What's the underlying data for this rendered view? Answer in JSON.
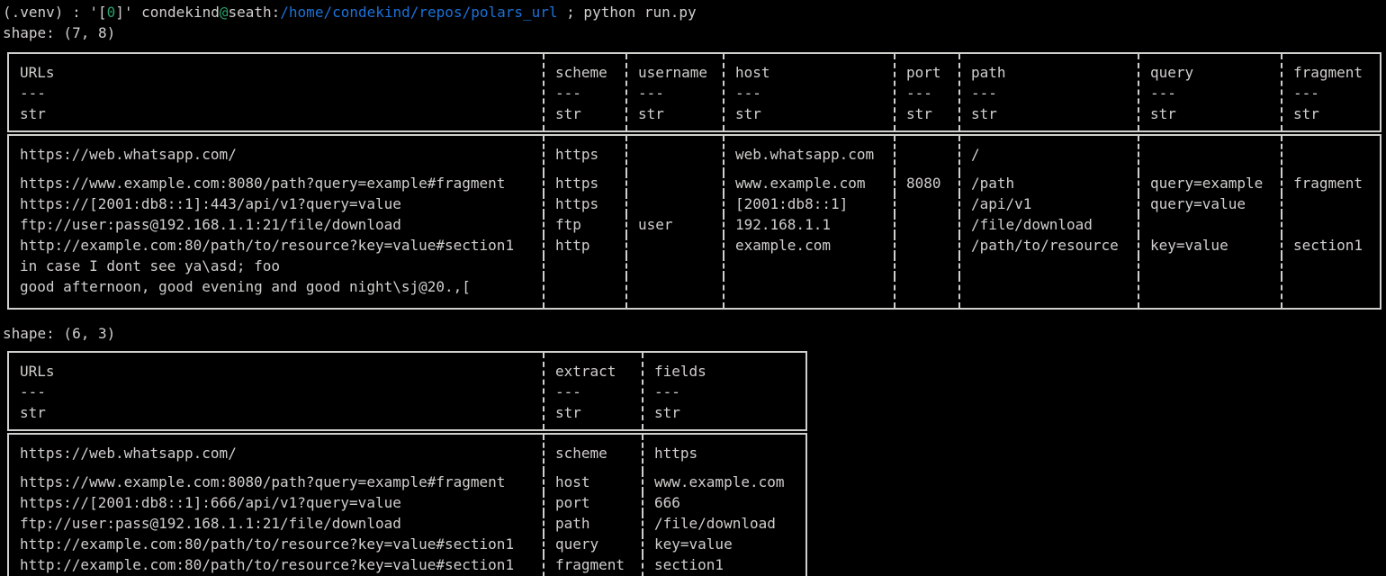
{
  "terminal": {
    "colors": {
      "foreground": "#d0cfcc",
      "background": "#000000",
      "green": "#26a269",
      "blue": "#1c71d8"
    },
    "prompt": {
      "prefix": "(.venv) : '[",
      "exit_code": "0",
      "after_code": "]' ",
      "user": "condekind",
      "at_sign": "@",
      "host": "seath:",
      "cwd_path": "/home/condekind/repos/polars_url",
      "command": " ; python run.py"
    }
  },
  "dataframes": [
    {
      "shape_label": "shape: (7, 8)",
      "header_separator": "---",
      "columns": [
        {
          "name": "URLs",
          "dtype": "str"
        },
        {
          "name": "scheme",
          "dtype": "str"
        },
        {
          "name": "username",
          "dtype": "str"
        },
        {
          "name": "host",
          "dtype": "str"
        },
        {
          "name": "port",
          "dtype": "str"
        },
        {
          "name": "path",
          "dtype": "str"
        },
        {
          "name": "query",
          "dtype": "str"
        },
        {
          "name": "fragment",
          "dtype": "str"
        }
      ],
      "rows": [
        [
          "https://web.whatsapp.com/",
          "https",
          "",
          "web.whatsapp.com",
          "",
          "/",
          "",
          ""
        ],
        [
          "https://www.example.com:8080/path?query=example#fragment",
          "https",
          "",
          "www.example.com",
          "8080",
          "/path",
          "query=example",
          "fragment"
        ],
        [
          "https://[2001:db8::1]:443/api/v1?query=value",
          "https",
          "",
          "[2001:db8::1]",
          "",
          "/api/v1",
          "query=value",
          ""
        ],
        [
          "ftp://user:pass@192.168.1.1:21/file/download",
          "ftp",
          "user",
          "192.168.1.1",
          "",
          "/file/download",
          "",
          ""
        ],
        [
          "http://example.com:80/path/to/resource?key=value#section1",
          "http",
          "",
          "example.com",
          "",
          "/path/to/resource",
          "key=value",
          "section1"
        ],
        [
          "in case I dont see ya\\asd; foo",
          "",
          "",
          "",
          "",
          "",
          "",
          ""
        ],
        [
          "good afternoon, good evening and good night\\sj@20.,[",
          "",
          "",
          "",
          "",
          "",
          "",
          ""
        ]
      ]
    },
    {
      "shape_label": "shape: (6, 3)",
      "header_separator": "---",
      "columns": [
        {
          "name": "URLs",
          "dtype": "str"
        },
        {
          "name": "extract",
          "dtype": "str"
        },
        {
          "name": "fields",
          "dtype": "str"
        }
      ],
      "rows": [
        [
          "https://web.whatsapp.com/",
          "scheme",
          "https"
        ],
        [
          "https://www.example.com:8080/path?query=example#fragment",
          "host",
          "www.example.com"
        ],
        [
          "https://[2001:db8::1]:666/api/v1?query=value",
          "port",
          "666"
        ],
        [
          "ftp://user:pass@192.168.1.1:21/file/download",
          "path",
          "/file/download"
        ],
        [
          "http://example.com:80/path/to/resource?key=value#section1",
          "query",
          "key=value"
        ],
        [
          "http://example.com:80/path/to/resource?key=value#section1",
          "fragment",
          "section1"
        ]
      ]
    }
  ]
}
